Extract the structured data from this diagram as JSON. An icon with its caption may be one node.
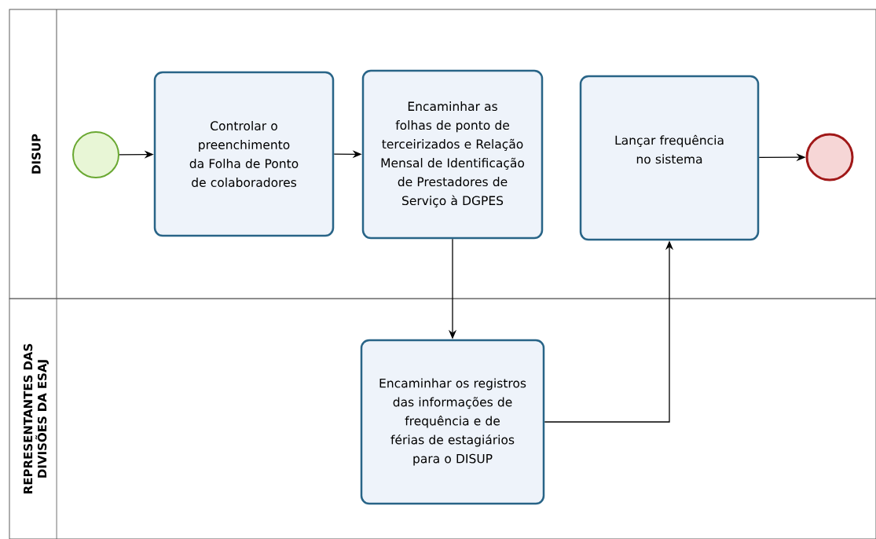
{
  "diagram": {
    "nodes": [
      {
        "text": [
          "DISUP"
        ]
      },
      {
        "text": [
          "REPRESENTANTES DAS DIVISÕES DA ESAJ"
        ]
      },
      {
        "text": [],
        "shape": "circle",
        "in": 0
      },
      {
        "text": [
          "Controlar o preenchimento da Folha de Ponto de colaboradores"
        ],
        "in": 0
      },
      {
        "text": [
          "Encaminhar as folhas de ponto de terceirizados e Relação Mensal de Identificação de Prestadores de Serviço à DGPES"
        ],
        "in": 0
      },
      {
        "text": [
          "Lançar frequência no sistema"
        ],
        "in": 0
      },
      {
        "text": [],
        "shape": "circle",
        "in": 0
      },
      {
        "text": [
          "Encaminhar os registros das informações de frequência e de férias de estagiários para o DISUP"
        ],
        "in": 1
      }
    ],
    "edges": [
      {
        "from": 2,
        "to": 3,
        "arrow": "to"
      },
      {
        "from": 3,
        "to": 4,
        "arrow": "to"
      },
      {
        "from": 4,
        "to": 7,
        "arrow": "to"
      },
      {
        "from": 7,
        "to": 5,
        "arrow": "to"
      },
      {
        "from": 5,
        "to": 6,
        "arrow": "to"
      }
    ]
  }
}
